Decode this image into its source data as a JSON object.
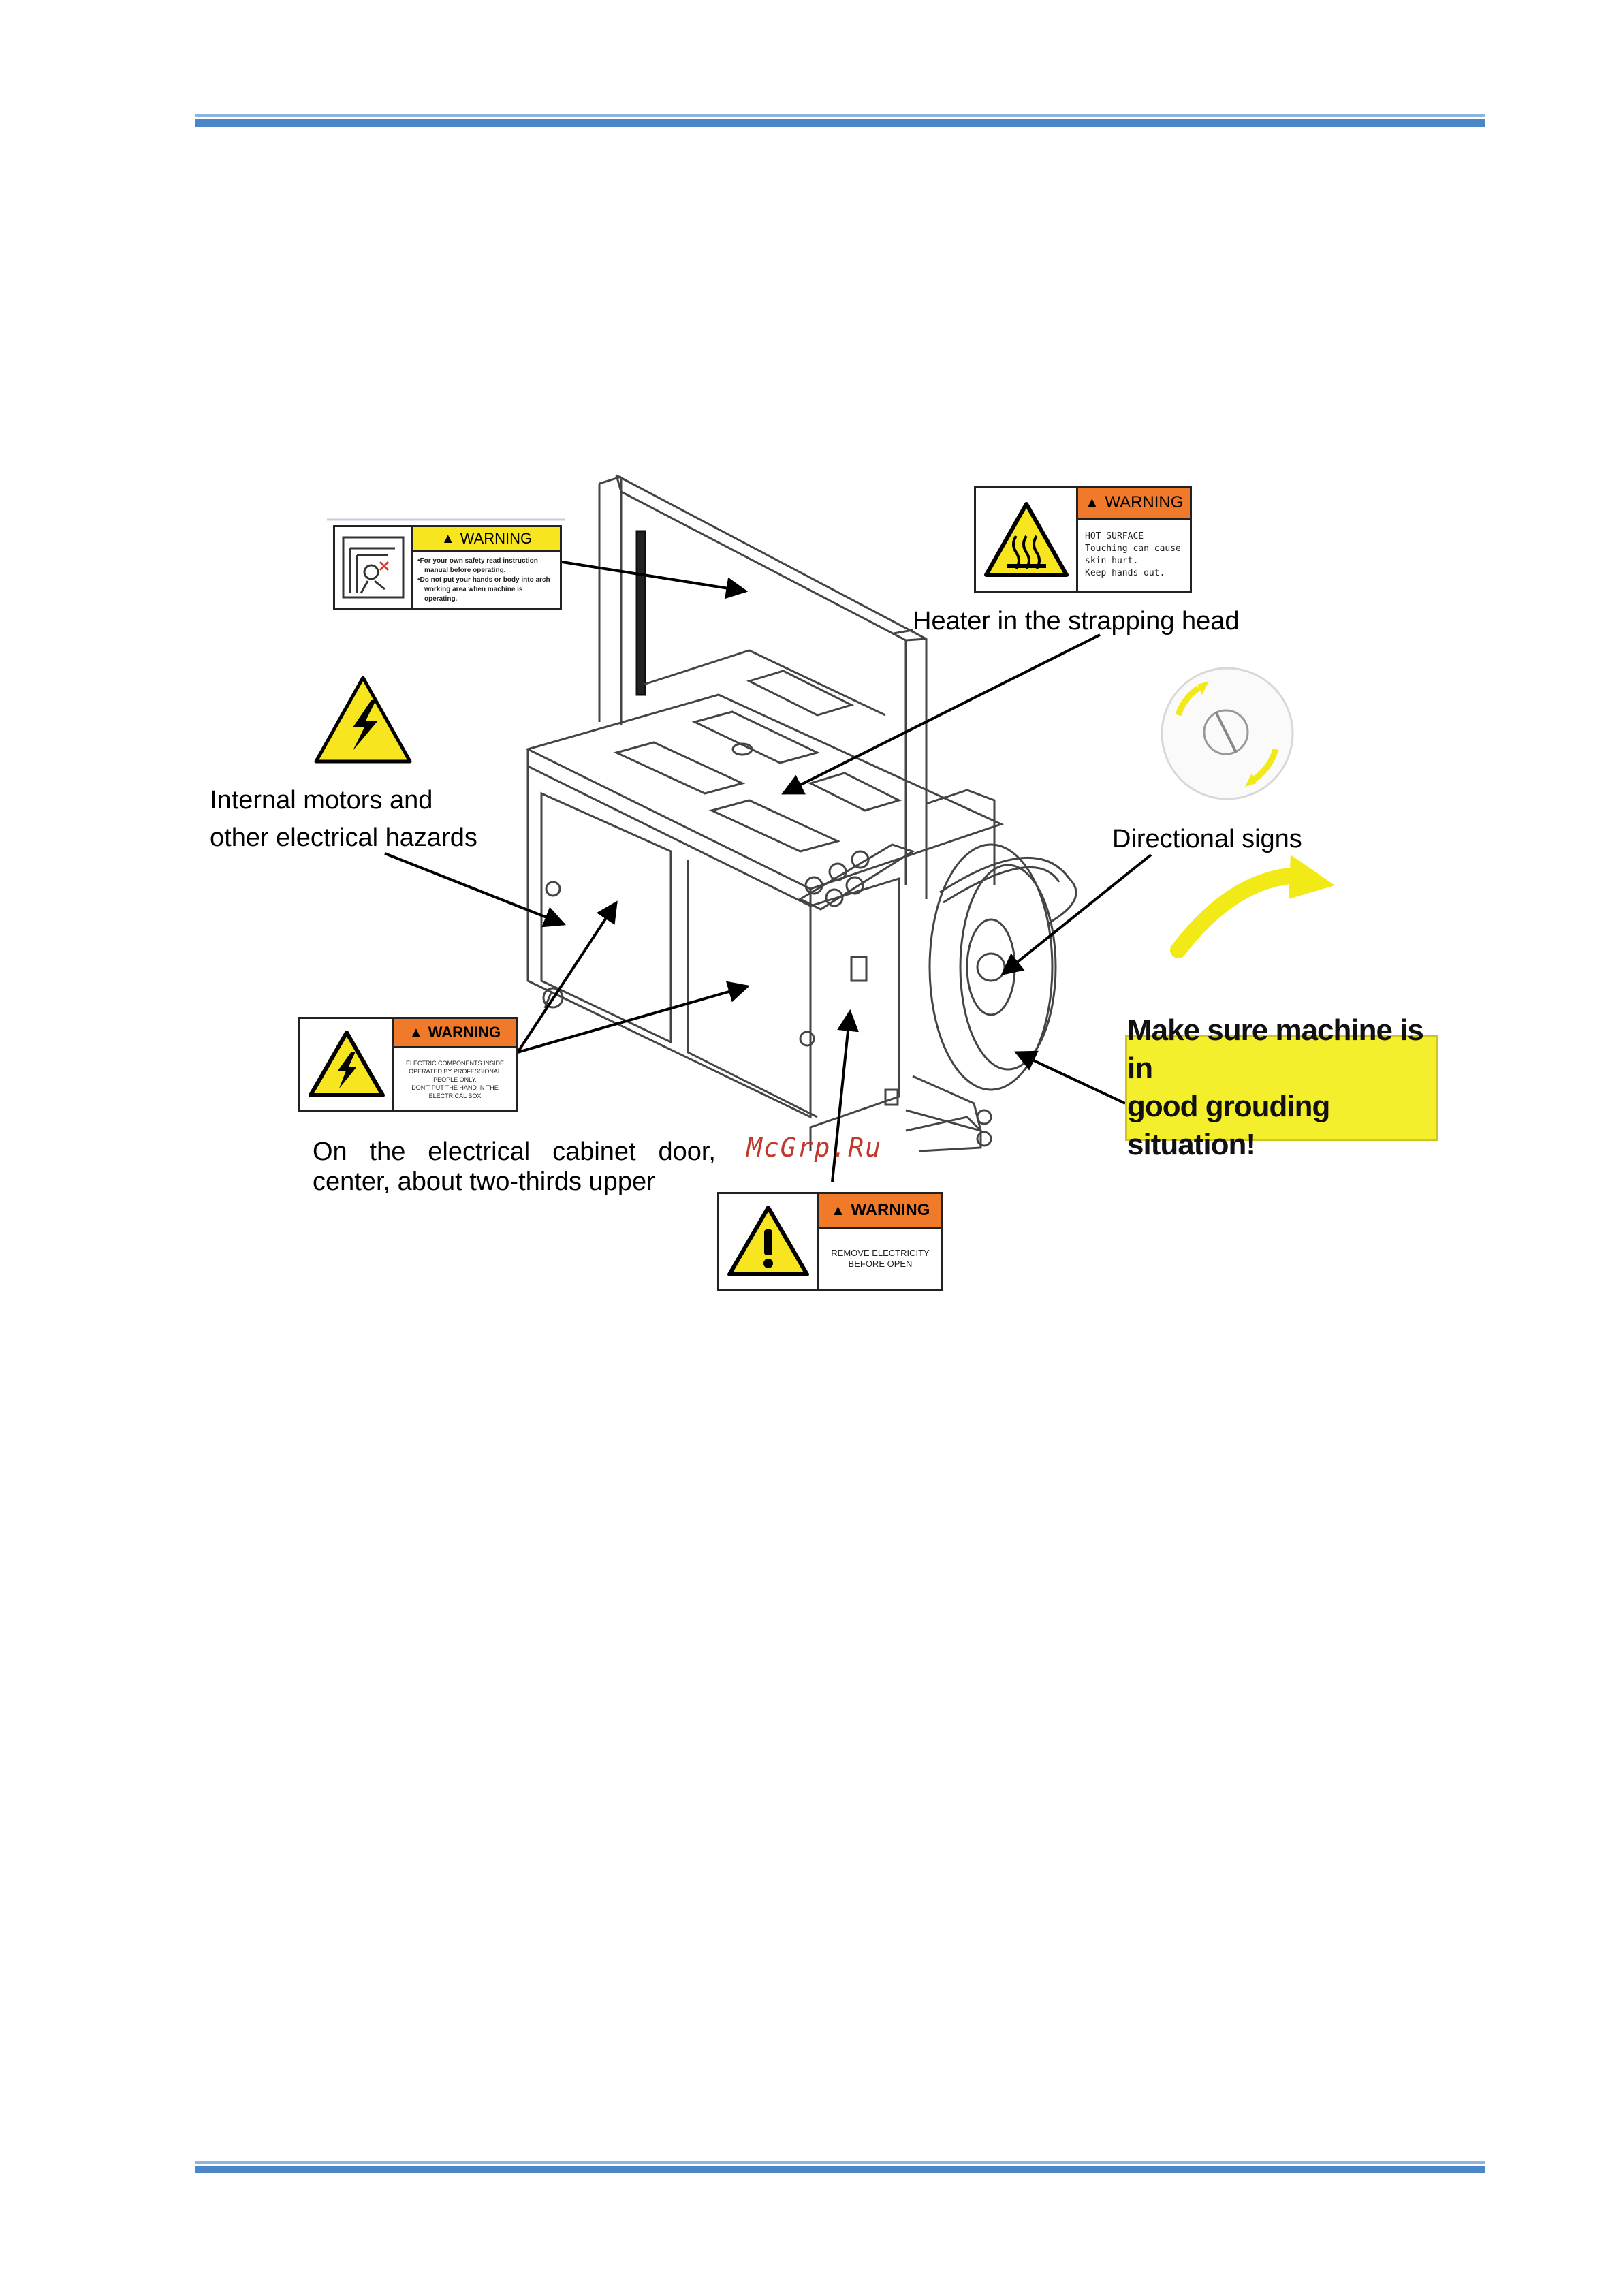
{
  "labels": {
    "heater": "Heater in the strapping head",
    "internal_line1": "Internal motors and",
    "internal_line2": "other electrical hazards",
    "directional": "Directional signs",
    "cabinet_text": "On the electrical cabinet door, center, about two-thirds upper"
  },
  "grounding_sign": {
    "line1": "Make sure machine is in",
    "line2": "good grouding situation!"
  },
  "signs": {
    "arch": {
      "header": "WARNING",
      "lines": [
        "•For your own safety read instruction",
        "manual before operating.",
        "•Do not put your hands or body into arch",
        "working area when machine is operating."
      ]
    },
    "hot": {
      "header": "WARNING",
      "lines": [
        "HOT SURFACE",
        "Touching can cause",
        "skin hurt.",
        "Keep hands out."
      ]
    },
    "electric": {
      "header": "WARNING",
      "lines": [
        "ELECTRIC COMPONENTS INSIDE",
        "OPERATED BY PROFESSIONAL",
        "PEOPLE ONLY.",
        "DON'T PUT THE HAND IN THE",
        "ELECTRICAL BOX"
      ]
    },
    "remove": {
      "header": "WARNING",
      "lines": [
        "REMOVE ELECTRICITY",
        "BEFORE OPEN"
      ]
    }
  },
  "watermark": "McGrp.Ru",
  "colors": {
    "rule_dark": "#4a86c8",
    "rule_light": "#8db3df",
    "warning_orange": "#f0792a",
    "warning_yellow": "#f6e51f",
    "directional_arrow": "#f2ea16",
    "grounding_bg": "#f3ef2d"
  }
}
